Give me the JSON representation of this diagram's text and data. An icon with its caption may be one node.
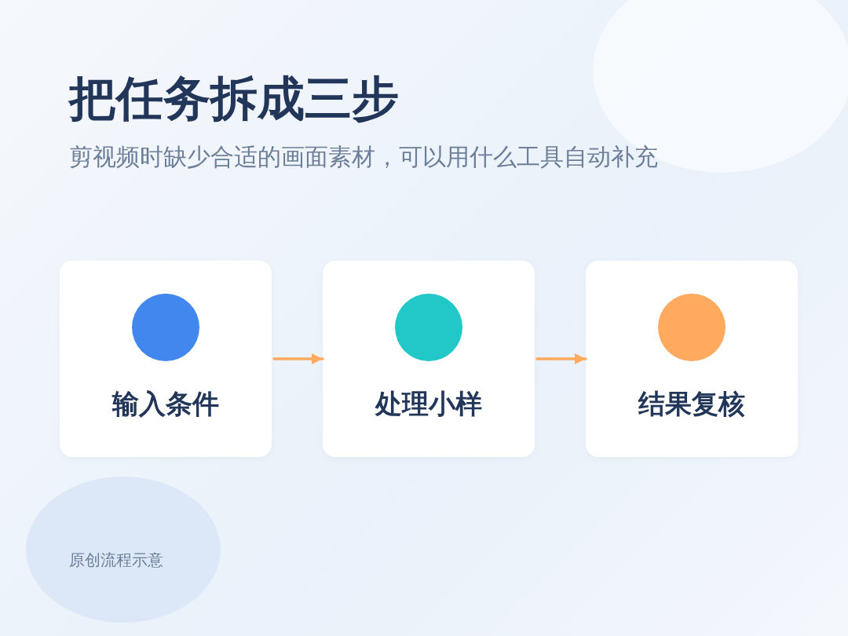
{
  "diagram": {
    "title": "把任务拆成三步",
    "caption": "剪视频时缺少合适的画面素材，可以用什么工具自动补充",
    "nodes": [
      {
        "text": [
          "输入条件"
        ]
      },
      {
        "text": [
          "处理小样"
        ]
      },
      {
        "text": [
          "结果复核"
        ]
      }
    ],
    "edges": [
      {
        "from": 0,
        "to": 1,
        "arrow": "to"
      },
      {
        "from": 1,
        "to": 2,
        "arrow": "to"
      }
    ],
    "labels": [
      "原创流程示意"
    ]
  }
}
